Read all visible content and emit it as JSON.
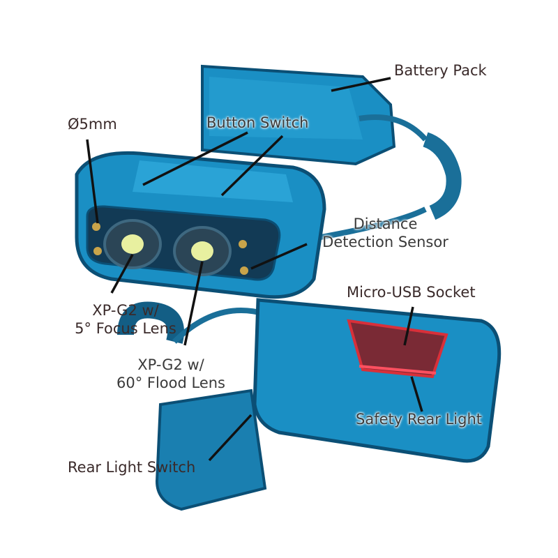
{
  "labels": {
    "battery_pack": "Battery Pack",
    "diameter": "Ø5mm",
    "button_switch": "Button Switch",
    "distance_sensor_line1": "Distance",
    "distance_sensor_line2": "Detection Sensor",
    "focus_lens_line1": "XP-G2 w/",
    "focus_lens_line2": "5° Focus Lens",
    "flood_lens_line1": "XP-G2 w/",
    "flood_lens_line2": "60° Flood Lens",
    "micro_usb": "Micro-USB Socket",
    "safety_rear_light": "Safety Rear Light",
    "rear_light_switch": "Rear Light Switch"
  },
  "colors": {
    "body": "#1a8fc4",
    "dark": "#0b4f75",
    "rear_light": "#d8303a",
    "led": "#e8f0a0"
  }
}
